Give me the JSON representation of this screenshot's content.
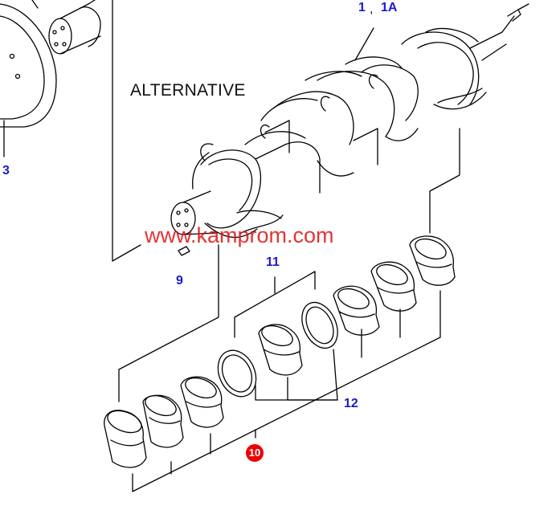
{
  "labels": {
    "part_1": "1",
    "sep": ",",
    "part_1a": "1A",
    "part_3": "3",
    "part_9": "9",
    "part_11": "11",
    "part_12": "12",
    "part_10": "10"
  },
  "alternative_text": "ALTERNATIVE",
  "watermark": "www.kamprom.com",
  "colors": {
    "label": "#1a1acc",
    "line": "#000000",
    "watermark": "#e01010",
    "badge": "#e00000"
  }
}
